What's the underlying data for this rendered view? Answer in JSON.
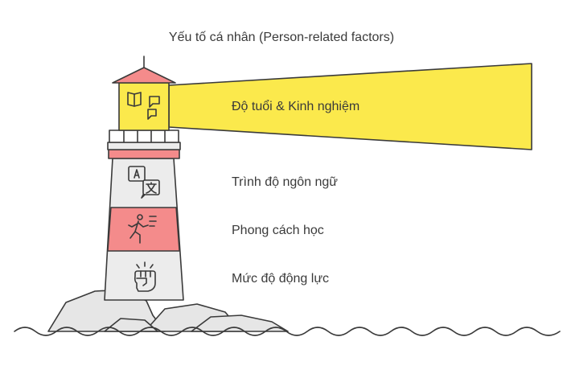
{
  "title": "Yếu tố cá nhân (Person-related factors)",
  "factors": [
    {
      "label": "Độ tuổi & Kinh nghiệm",
      "icon": "book-and-speech-icon"
    },
    {
      "label": "Trình độ ngôn ngữ",
      "icon": "translate-icon"
    },
    {
      "label": "Phong cách học",
      "icon": "running-person-icon"
    },
    {
      "label": "Mức độ động lực",
      "icon": "raised-fist-icon"
    }
  ],
  "colors": {
    "beam": "#fbe94c",
    "red_band": "#f48b8b",
    "tower": "#ececec",
    "outline": "#3a3a3a",
    "rock": "#e6e6e6"
  }
}
